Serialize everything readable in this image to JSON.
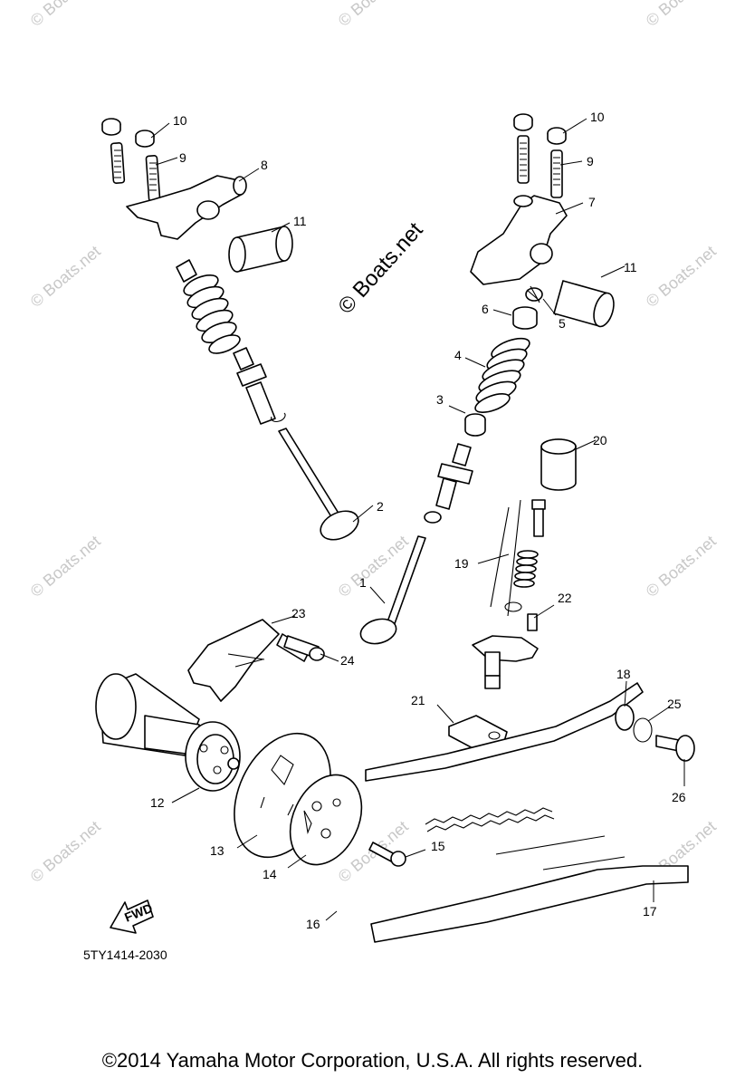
{
  "watermark": {
    "center_text": "© Boats.net",
    "tile_text": "© Boats.net",
    "color": "#c8c8c8"
  },
  "diagram_code": "5TY1414-2030",
  "fwd_label": "FWD",
  "copyright": "©2014 Yamaha Motor Corporation, U.S.A. All rights reserved.",
  "callouts": {
    "c1": "1",
    "c2": "2",
    "c3": "3",
    "c4": "4",
    "c5": "5",
    "c6": "6",
    "c7": "7",
    "c8": "8",
    "c9_left": "9",
    "c9_right": "9",
    "c10_left": "10",
    "c10_right": "10",
    "c11_left": "11",
    "c11_right": "11",
    "c12": "12",
    "c13": "13",
    "c14": "14",
    "c15": "15",
    "c16": "16",
    "c17": "17",
    "c18": "18",
    "c19": "19",
    "c20": "20",
    "c21": "21",
    "c22": "22",
    "c23": "23",
    "c24": "24",
    "c25": "25",
    "c26": "26"
  }
}
